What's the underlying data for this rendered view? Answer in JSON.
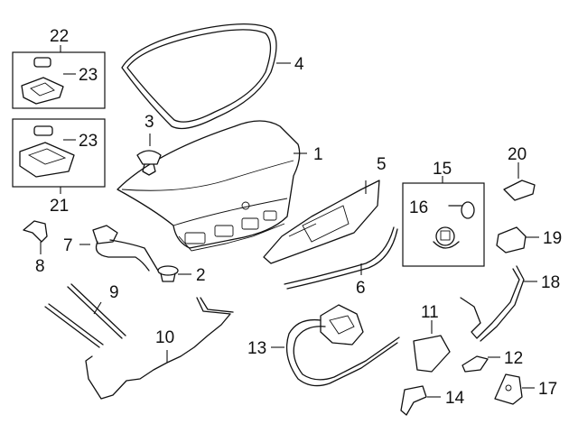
{
  "diagram": {
    "callouts": {
      "c1": "1",
      "c2": "2",
      "c3": "3",
      "c4": "4",
      "c5": "5",
      "c6": "6",
      "c7": "7",
      "c8": "8",
      "c9": "9",
      "c10": "10",
      "c11": "11",
      "c12": "12",
      "c13": "13",
      "c14": "14",
      "c15": "15",
      "c16": "16",
      "c17": "17",
      "c18": "18",
      "c19": "19",
      "c20": "20",
      "c21": "21",
      "c22": "22",
      "c23a": "23",
      "c23b": "23"
    }
  }
}
